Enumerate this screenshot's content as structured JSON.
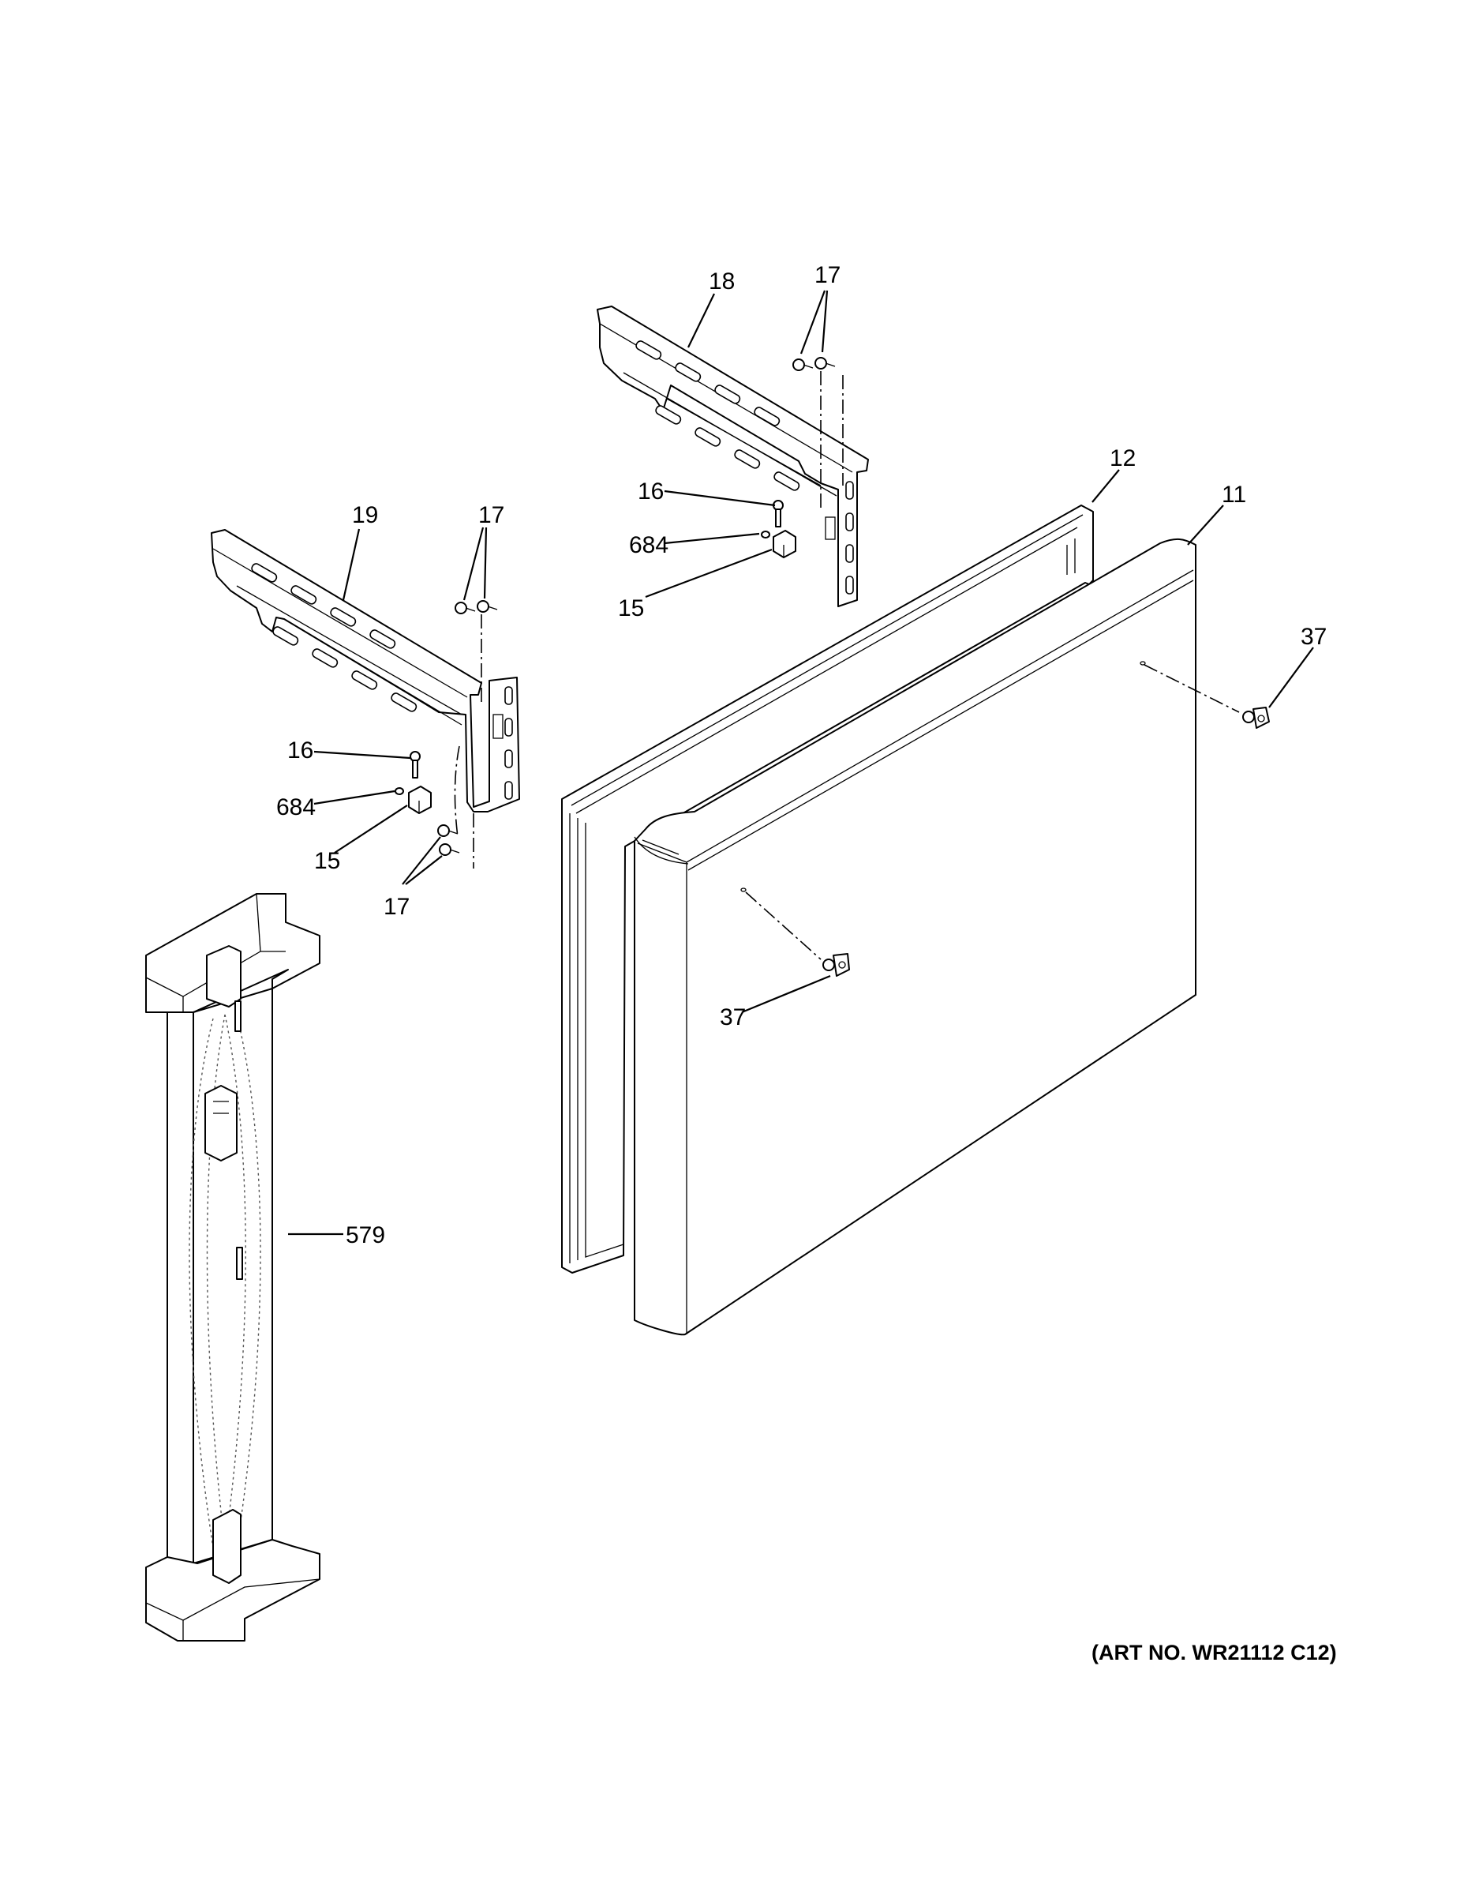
{
  "callouts": {
    "c18": "18",
    "c17_top": "17",
    "c12": "12",
    "c11": "11",
    "c16_top": "16",
    "c684_top": "684",
    "c15_top": "15",
    "c37_right": "37",
    "c19": "19",
    "c17_mid": "17",
    "c16_left": "16",
    "c684_left": "684",
    "c15_left": "15",
    "c17_low": "17",
    "c37_door": "37",
    "c579": "579"
  },
  "art_number": "(ART NO. WR21112 C12)"
}
